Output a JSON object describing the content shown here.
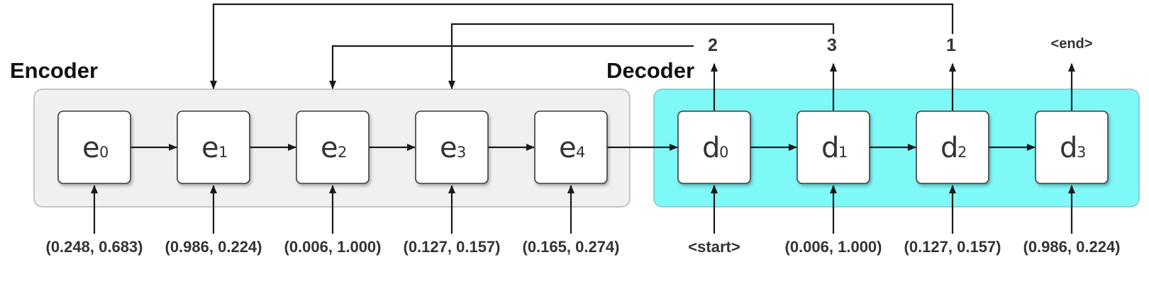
{
  "encoder": {
    "title": "Encoder",
    "nodes": [
      {
        "letter": "e",
        "sub": "0",
        "input": "(0.248, 0.683)"
      },
      {
        "letter": "e",
        "sub": "1",
        "input": "(0.986, 0.224)"
      },
      {
        "letter": "e",
        "sub": "2",
        "input": "(0.006, 1.000)"
      },
      {
        "letter": "e",
        "sub": "3",
        "input": "(0.127, 0.157)"
      },
      {
        "letter": "e",
        "sub": "4",
        "input": "(0.165, 0.274)"
      }
    ]
  },
  "decoder": {
    "title": "Decoder",
    "nodes": [
      {
        "letter": "d",
        "sub": "0",
        "input": "<start>",
        "output": "2"
      },
      {
        "letter": "d",
        "sub": "1",
        "input": "(0.006, 1.000)",
        "output": "3"
      },
      {
        "letter": "d",
        "sub": "2",
        "input": "(0.127, 0.157)",
        "output": "1"
      },
      {
        "letter": "d",
        "sub": "3",
        "input": "(0.986, 0.224)",
        "output": "<end>"
      }
    ]
  },
  "pointers": [
    {
      "from_decoder": 0,
      "to_encoder": 2
    },
    {
      "from_decoder": 1,
      "to_encoder": 3
    },
    {
      "from_decoder": 2,
      "to_encoder": 1
    }
  ],
  "colors": {
    "encoder_bg": "#f0f0f0",
    "encoder_border": "#b4b4b4",
    "decoder_bg": "#7ff8f8",
    "decoder_border": "#7dc4c4",
    "arrow": "#1a1a1a",
    "node_border": "#3a3a3a"
  }
}
